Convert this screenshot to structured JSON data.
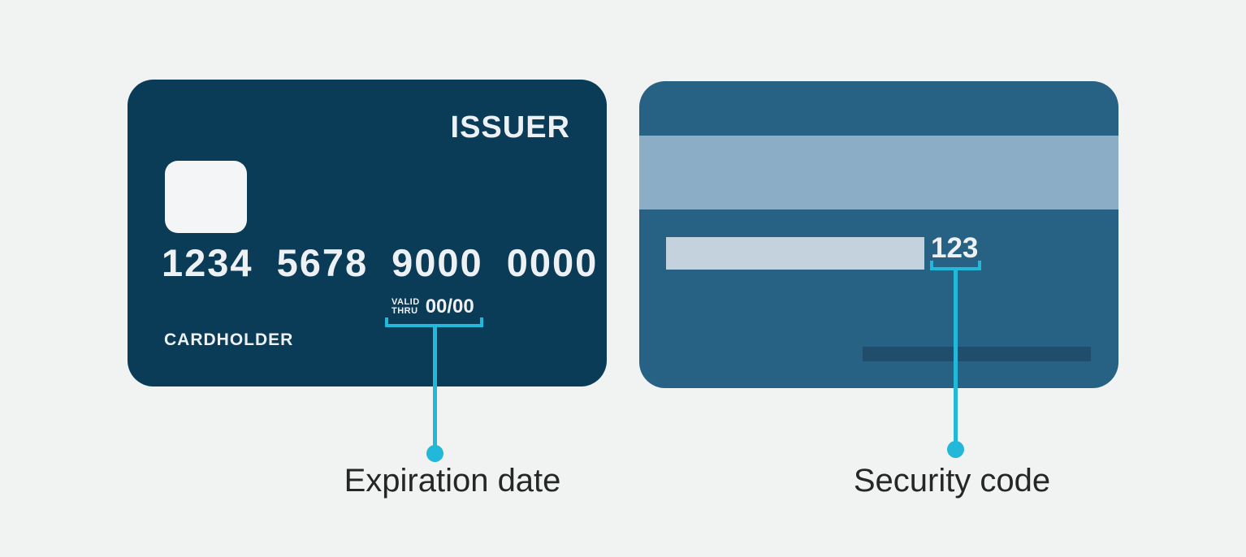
{
  "colors": {
    "background": "#f1f2f2",
    "card_front": "#0a3b57",
    "card_back": "#276183",
    "magnetic_stripe": "#8badc6",
    "signature_box": "#c3d2dc",
    "id_bar": "#204d6b",
    "chip": "#f4f5f6",
    "card_text": "#eef1f3",
    "callout": "#22b8da",
    "label_text": "#262626"
  },
  "front_card": {
    "issuer_label": "ISSUER",
    "number_groups": [
      "1234",
      "5678",
      "9000",
      "0000"
    ],
    "valid_thru_line1": "VALID",
    "valid_thru_line2": "THRU",
    "expiry_value": "00/00",
    "cardholder_label": "CARDHOLDER"
  },
  "back_card": {
    "security_code_value": "123"
  },
  "annotations": {
    "expiration": {
      "label": "Expiration date"
    },
    "security": {
      "label": "Security code"
    }
  }
}
